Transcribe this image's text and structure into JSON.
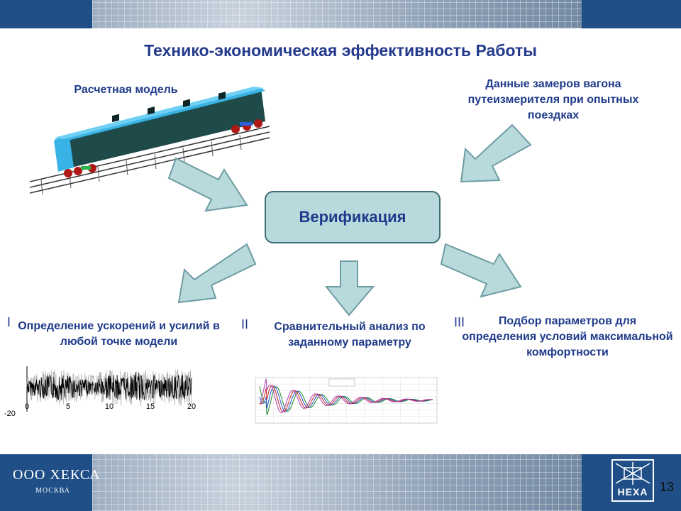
{
  "slide": {
    "title": "Технико-экономическая эффективность Работы",
    "page_number": "13"
  },
  "model_label": "Расчетная модель",
  "measurements_label": "Данные замеров вагона путеизмерителя при опытных поездках",
  "center_box": "Верификация",
  "outcomes": [
    {
      "numeral": "I",
      "label": "Определение ускорений и усилий в любой точке модели"
    },
    {
      "numeral": "II",
      "label": "Сравнительный анализ по заданному параметру"
    },
    {
      "numeral": "III",
      "label": "Подбор параметров для определения условий максимальной комфортности"
    }
  ],
  "footer": {
    "company": "ООО ХЕКСА",
    "city": "МОСКВА",
    "logo_text": "HEXA"
  },
  "chart_data": [
    {
      "type": "line",
      "x_ticks": [
        "0",
        "5",
        "10",
        "15",
        "20"
      ],
      "y_ticks": [
        "-20"
      ],
      "xlim": [
        0,
        20
      ]
    },
    {
      "type": "line",
      "series_colors": [
        "#1a8a2a",
        "#2255cc",
        "#cc2222",
        "#b03fb0"
      ]
    }
  ],
  "colors": {
    "accent_band": "#1f4f86",
    "title_text": "#243a8c",
    "arrow_fill": "#b9dadc",
    "arrow_stroke": "#6d9ca3"
  }
}
